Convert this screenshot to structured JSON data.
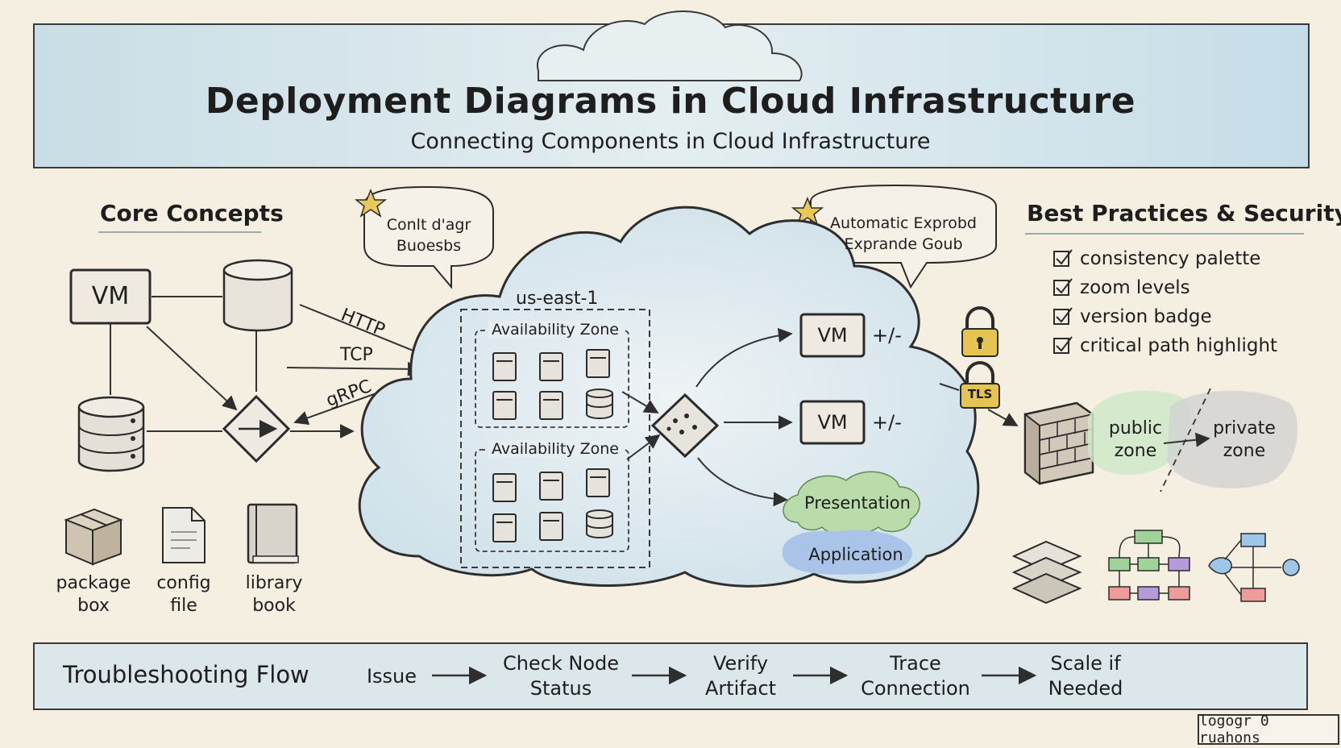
{
  "header": {
    "title": "Deployment Diagrams in Cloud Infrastructure",
    "subtitle": "Connecting Components in Cloud Infrastructure"
  },
  "core_concepts": {
    "heading": "Core Concepts",
    "vm_label": "VM",
    "protocols": [
      "HTTP",
      "TCP",
      "gRPC"
    ],
    "artifacts": [
      {
        "line1": "package",
        "line2": "box"
      },
      {
        "line1": "config",
        "line2": "file"
      },
      {
        "line1": "library",
        "line2": "book"
      }
    ]
  },
  "callouts": {
    "left": {
      "line1": "Conlt d'agr",
      "line2": "Buoesbs"
    },
    "right": {
      "line1": "Automatic Exprobd",
      "line2": "Exprande Goub"
    }
  },
  "cloud": {
    "region": "us-east-1",
    "zones": [
      "Availability Zone",
      "Availability Zone"
    ],
    "vm_nodes": [
      {
        "label": "VM",
        "scale": "+/-"
      },
      {
        "label": "VM",
        "scale": "+/-"
      }
    ],
    "tiers": [
      "Presentation",
      "Application"
    ]
  },
  "best_practices": {
    "heading": "Best Practices & Security",
    "items": [
      "consistency palette",
      "zoom levels",
      "version badge",
      "critical path highlight"
    ],
    "tls_label": "TLS",
    "zones": {
      "public": {
        "line1": "public",
        "line2": "zone"
      },
      "private": {
        "line1": "private",
        "line2": "zone"
      }
    }
  },
  "troubleshooting": {
    "heading": "Troubleshooting Flow",
    "steps": [
      {
        "line1": "Issue",
        "line2": ""
      },
      {
        "line1": "Check Node",
        "line2": "Status"
      },
      {
        "line1": "Verify",
        "line2": "Artifact"
      },
      {
        "line1": "Trace",
        "line2": "Connection"
      },
      {
        "line1": "Scale if",
        "line2": "Needed"
      }
    ]
  },
  "footer_badge": "logogr 0 ruahons"
}
